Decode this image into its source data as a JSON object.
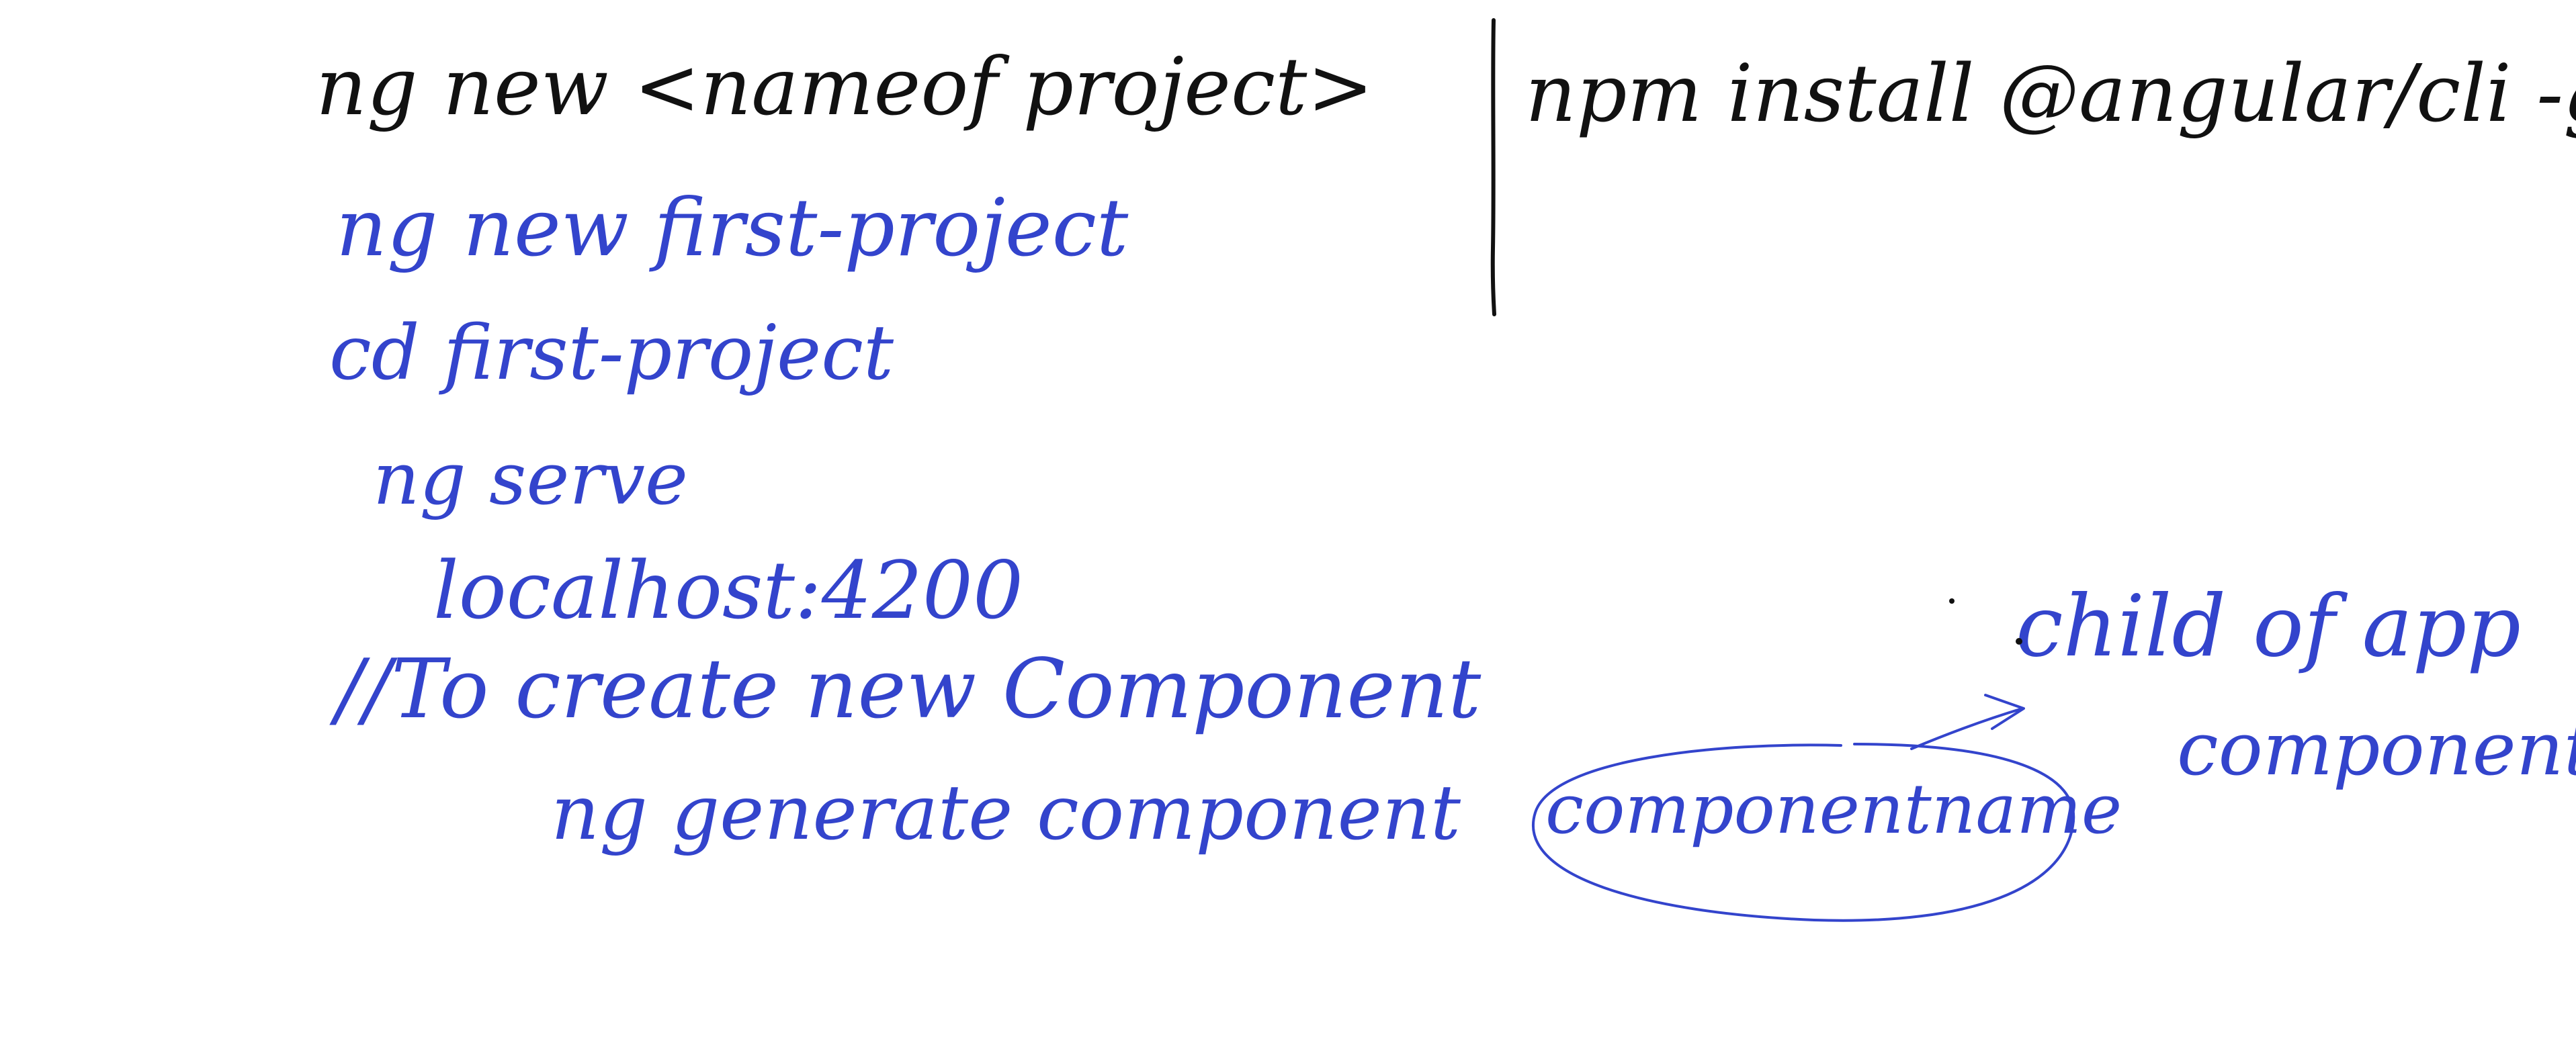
{
  "page": {
    "background": "#ffffff",
    "ink_colors": {
      "black": "#111111",
      "blue": "#3344cc"
    }
  },
  "notes": {
    "left_header": "ng new <nameof project>",
    "right_header": "npm install @angular/cli -g",
    "blue_lines": [
      "ng new first-project",
      "cd first-project",
      "ng serve",
      "localhost:4200",
      "//To create new Component",
      "ng generate component"
    ],
    "circled": "componentname",
    "annotation_line1": "child of app",
    "annotation_line2": "component"
  }
}
